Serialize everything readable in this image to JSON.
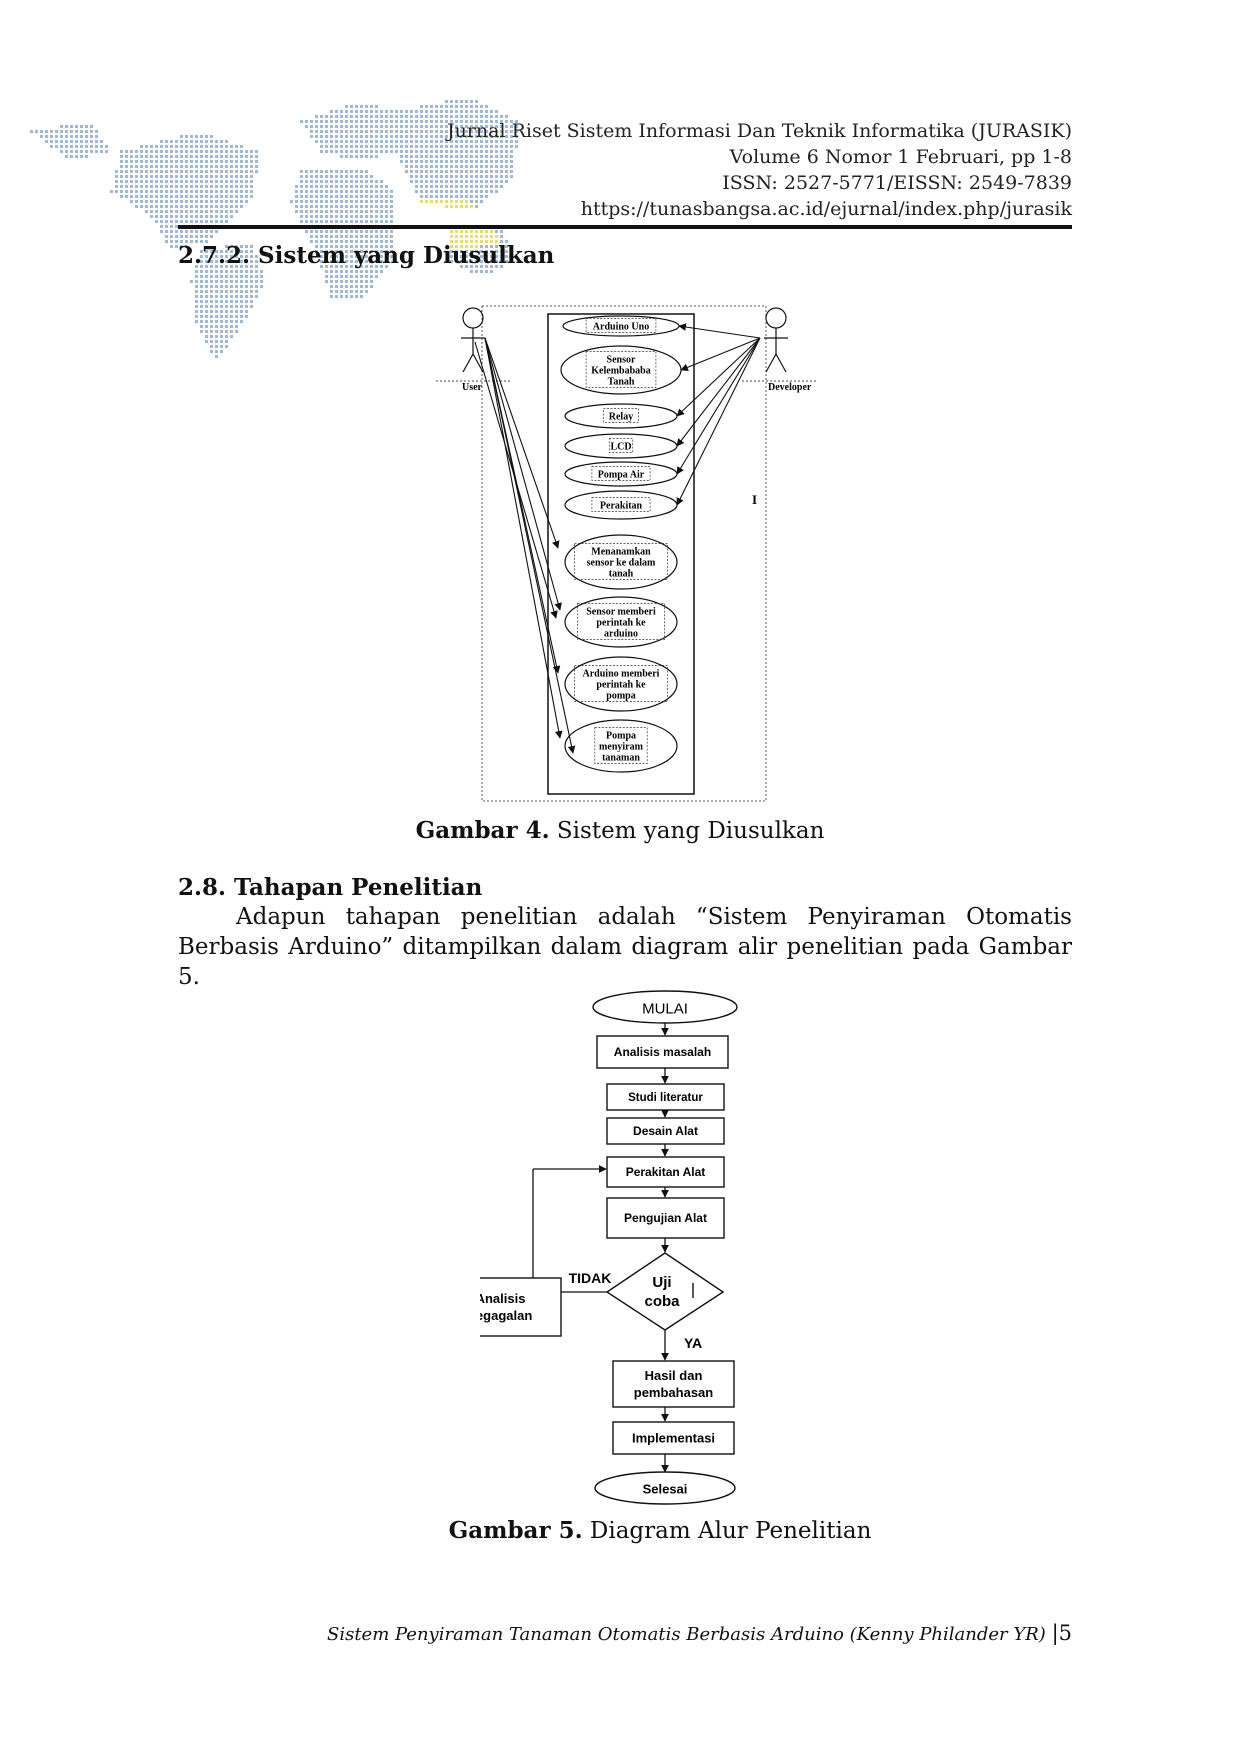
{
  "header": {
    "journal": "Jurnal Riset Sistem Informasi Dan Teknik Informatika (JURASIK)",
    "volume": "Volume 6 Nomor 1 Februari, pp 1-8",
    "issn": "ISSN: 2527-5771/EISSN: 2549-7839",
    "url": "https://tunasbangsa.ac.id/ejurnal/index.php/jurasik"
  },
  "section_272": {
    "title": "2.7.2. Sistem yang Diusulkan"
  },
  "usecase": {
    "actor_left": "User",
    "actor_right": "Developer",
    "cases": [
      [
        "Arduino Uno"
      ],
      [
        "Sensor",
        "Kelembababa",
        "Tanah"
      ],
      [
        "Relay"
      ],
      [
        "LCD"
      ],
      [
        "Pompa Air"
      ],
      [
        "Perakitan"
      ],
      [
        "Menanamkan",
        "sensor ke dalam",
        "tanah"
      ],
      [
        "Sensor memberi",
        "perintah ke",
        "arduino"
      ],
      [
        "Arduino memberi",
        "perintah ke",
        "pompa"
      ],
      [
        "Pompa",
        "menyiram",
        "tanaman"
      ]
    ],
    "stray_mark": "I"
  },
  "figure4": {
    "label": "Gambar 4.",
    "text": " Sistem yang Diusulkan"
  },
  "section_28": {
    "title": "2.8. Tahapan Penelitian",
    "paragraph": "Adapun tahapan penelitian  adalah  “Sistem Penyiraman Otomatis Berbasis Arduino” ditampilkan dalam diagram alir penelitian pada Gambar 5."
  },
  "flowchart": {
    "start": "MULAI",
    "steps": [
      "Analisis masalah",
      "Studi literatur",
      "Desain Alat",
      "Perakitan Alat",
      "Pengujian Alat"
    ],
    "decision": [
      "Uji",
      "coba"
    ],
    "no_label": "TIDAK",
    "yes_label": "YA",
    "fail_box": [
      "Analisis",
      "kegagalan"
    ],
    "after": [
      [
        "Hasil dan",
        "pembahasan"
      ],
      [
        "Implementasi"
      ]
    ],
    "end": "Selesai"
  },
  "figure5": {
    "label": "Gambar 5.",
    "text": " Diagram Alur Penelitian"
  },
  "footer": {
    "text": "Sistem Penyiraman Tanaman Otomatis Berbasis Arduino (Kenny Philander YR)",
    "page": "|5"
  },
  "colors": {
    "map": "#9fb9d4",
    "map_yellow": "#e7df6a",
    "rule": "#111111"
  }
}
